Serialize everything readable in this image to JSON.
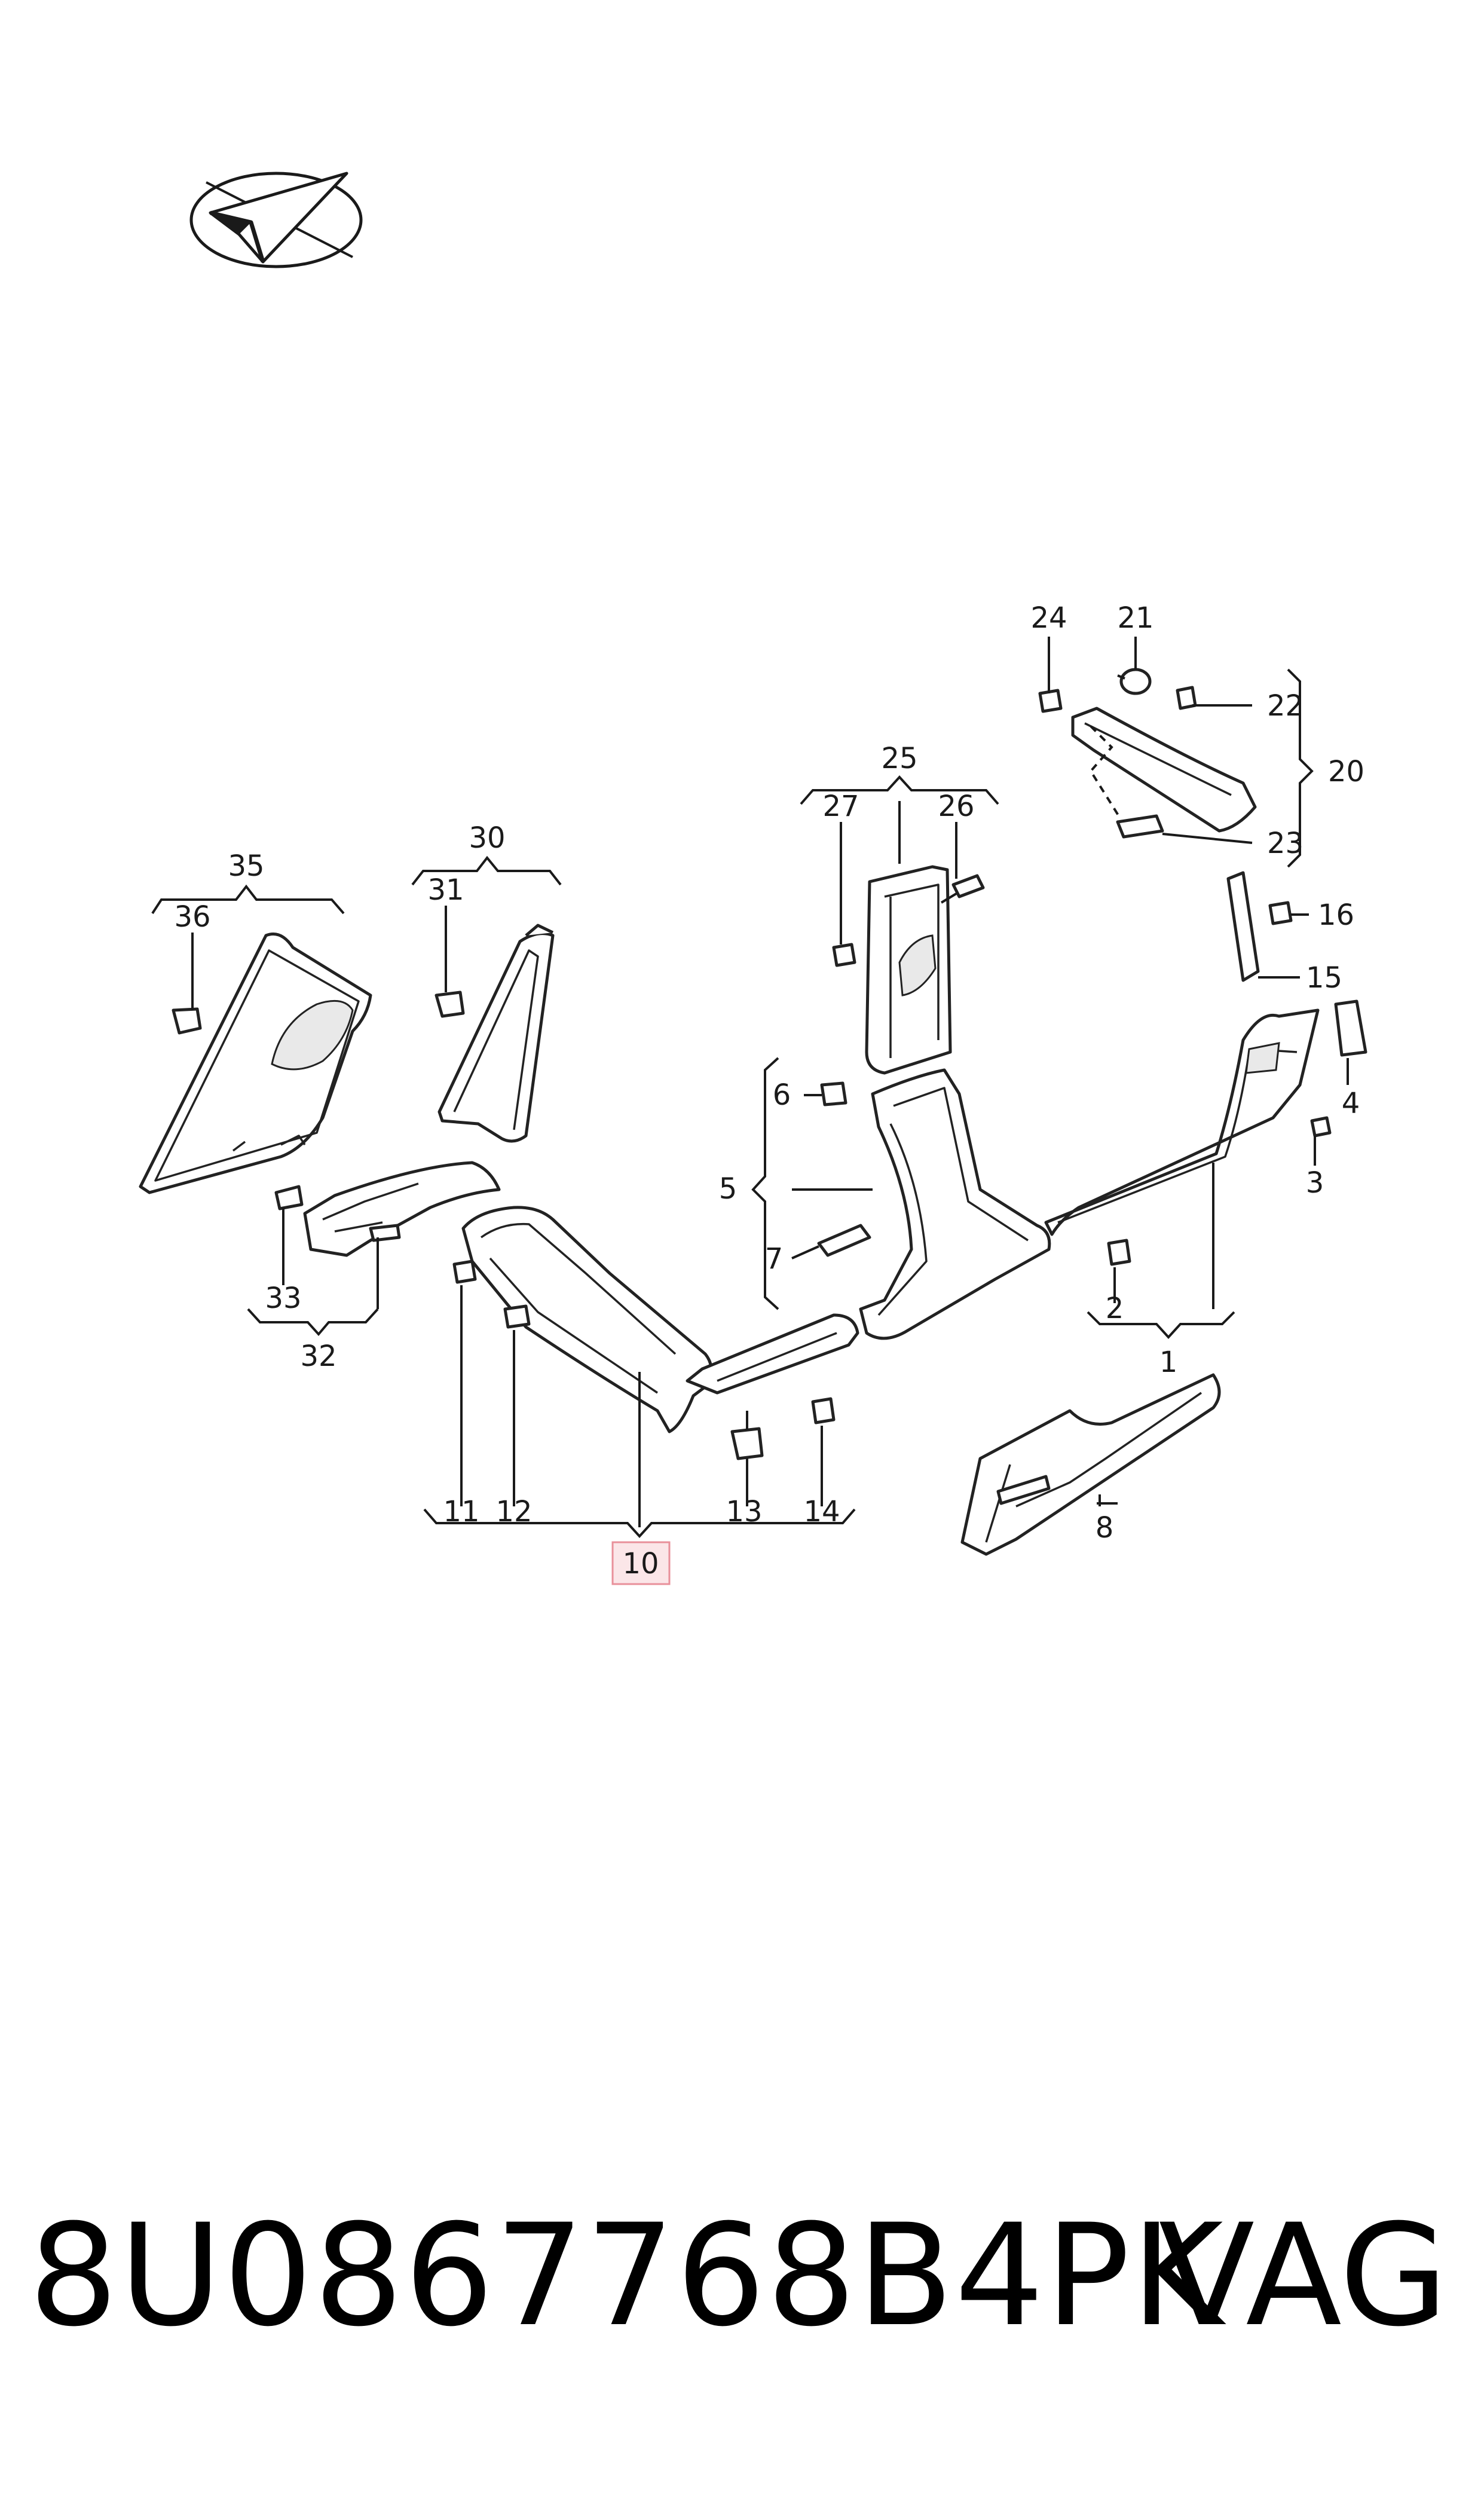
{
  "callouts": {
    "c1": "1",
    "c2": "2",
    "c3": "3",
    "c4": "4",
    "c5": "5",
    "c6": "6",
    "c7": "7",
    "c8": "8",
    "c10": "10",
    "c11": "11",
    "c12": "12",
    "c13": "13",
    "c14": "14",
    "c15": "15",
    "c16": "16",
    "c20": "20",
    "c21": "21",
    "c22": "22",
    "c23": "23",
    "c24": "24",
    "c25": "25",
    "c26": "26",
    "c27": "27",
    "c30": "30",
    "c31": "31",
    "c32": "32",
    "c33": "33",
    "c35": "35",
    "c36": "36"
  },
  "highlighted_callout": "10",
  "highlight_color": "#e8909a",
  "highlight_fill": "#fbe6e8",
  "footer": {
    "part_number": "8U0867768B4PK",
    "brand": "VAG"
  },
  "icons": {
    "logo": "paper-plane-check-logo-icon"
  }
}
